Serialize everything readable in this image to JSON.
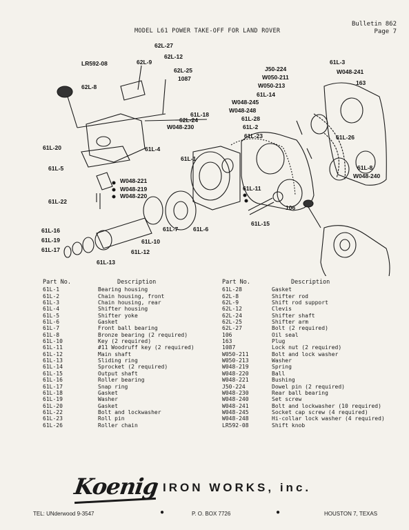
{
  "header": {
    "bulletin": "Bulletin 862",
    "page": "Page 7",
    "title": "MODEL L61 POWER TAKE-OFF FOR LAND ROVER"
  },
  "diagram": {
    "callouts": [
      "LR592-08",
      "62L-27",
      "62L-9",
      "62L-12",
      "62L-25",
      "1087",
      "62L-8",
      "62L-24",
      "W048-230",
      "61L-18",
      "61L-20",
      "61L-4",
      "61L-1",
      "61L-5",
      "W048-221",
      "W048-219",
      "W048-220",
      "61L-22",
      "61L-16",
      "61L-19",
      "61L-17",
      "61L-13",
      "61L-12",
      "61L-10",
      "61L-7",
      "61L-6",
      "61L-3",
      "W048-241",
      "163",
      "J50-224",
      "W050-211",
      "W050-213",
      "61L-14",
      "W048-245",
      "W048-248",
      "61L-28",
      "61L-2",
      "61L-23",
      "61L-26",
      "61L-8",
      "W048-240",
      "61L-11",
      "106",
      "61L-15"
    ]
  },
  "parts_table": {
    "header": {
      "part_no": "Part No.",
      "description": "Description"
    },
    "left": [
      [
        "61L-1",
        "Bearing housing"
      ],
      [
        "61L-2",
        "Chain housing, front"
      ],
      [
        "61L-3",
        "Chain housing, rear"
      ],
      [
        "61L-4",
        "Shifter housing"
      ],
      [
        "61L-5",
        "Shifter yoke"
      ],
      [
        "61L-6",
        "Gasket"
      ],
      [
        "61L-7",
        "Front ball bearing"
      ],
      [
        "61L-8",
        "Bronze bearing (2 required)"
      ],
      [
        "61L-10",
        "Key (2 required)"
      ],
      [
        "61L-11",
        "#11 Woodruff key (2 required)"
      ],
      [
        "61L-12",
        "Main shaft"
      ],
      [
        "61L-13",
        "Sliding ring"
      ],
      [
        "61L-14",
        "Sprocket (2 required)"
      ],
      [
        "61L-15",
        "Output shaft"
      ],
      [
        "61L-16",
        "Roller bearing"
      ],
      [
        "61L-17",
        "Snap ring"
      ],
      [
        "61L-18",
        "Gasket"
      ],
      [
        "61L-19",
        "Washer"
      ],
      [
        "61L-20",
        "Gasket"
      ],
      [
        "61L-22",
        "Bolt and lockwasher"
      ],
      [
        "61L-23",
        "Roll pin"
      ],
      [
        "61L-26",
        "Roller chain"
      ]
    ],
    "right": [
      [
        "61L-28",
        "Gasket"
      ],
      [
        "62L-8",
        "Shifter rod"
      ],
      [
        "62L-9",
        "Shift rod support"
      ],
      [
        "62L-12",
        "Clevis"
      ],
      [
        "62L-24",
        "Shifter shaft"
      ],
      [
        "62L-25",
        "Shifter arm"
      ],
      [
        "62L-27",
        "Bolt (2 required)"
      ],
      [
        "106",
        "Oil seal"
      ],
      [
        "163",
        "Plug"
      ],
      [
        "1087",
        "Lock nut (2 required)"
      ],
      [
        "W050-211",
        "Bolt and lock washer"
      ],
      [
        "W050-213",
        "Washer"
      ],
      [
        "W048-219",
        "Spring"
      ],
      [
        "W048-220",
        "Ball"
      ],
      [
        "W048-221",
        "Bushing"
      ],
      [
        "J50-224",
        "Dowel pin (2 required)"
      ],
      [
        "W048-230",
        "Rear ball bearing"
      ],
      [
        "W048-240",
        "Set screw"
      ],
      [
        "W048-241",
        "Bolt and lockwasher (10 required)"
      ],
      [
        "W048-245",
        "Socket cap screw (4 required)"
      ],
      [
        "W048-248",
        "Hi-collar lock washer (4 required)"
      ],
      [
        "LR592-08",
        "Shift knob"
      ]
    ]
  },
  "company": {
    "logo": "Koenig",
    "name": "IRON WORKS, inc."
  },
  "footer": {
    "tel": "TEL: UNderwood 9-3547",
    "po_box": "P. O. BOX 7726",
    "city": "HOUSTON 7, TEXAS"
  }
}
